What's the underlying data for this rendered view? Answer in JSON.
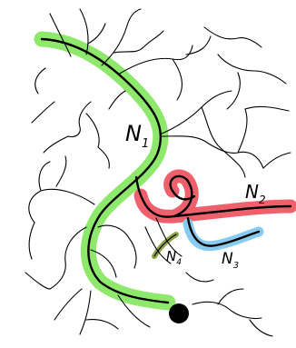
{
  "colors": {
    "n1_highlight": "#8ee86b",
    "n2_highlight": "#f0606c",
    "n3_highlight": "#87ccf0",
    "n4_highlight": "#8ea34a",
    "stroke": "#000000",
    "root_dot": "#000000"
  },
  "labels": {
    "n1": {
      "main": "N",
      "sub": "1"
    },
    "n2": {
      "main": "N",
      "sub": "2"
    },
    "n3": {
      "main": "N",
      "sub": "3"
    },
    "n4": {
      "main": "N",
      "sub": "4"
    }
  }
}
